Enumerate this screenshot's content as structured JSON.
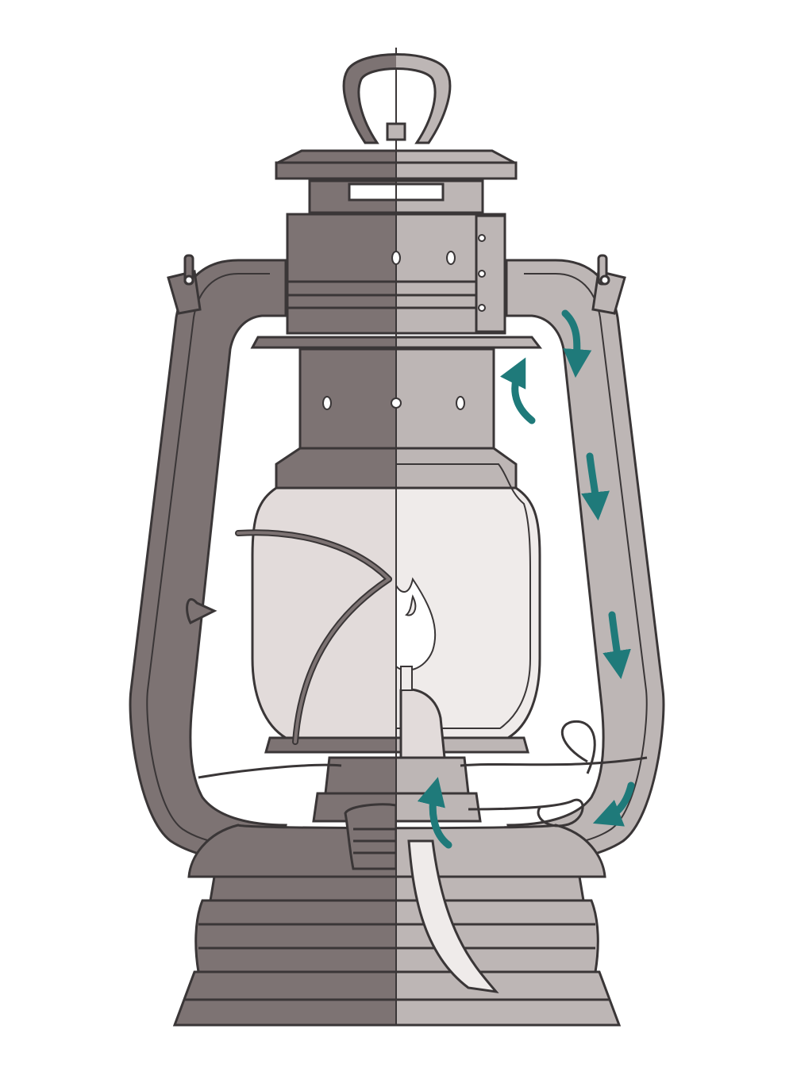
{
  "diagram": {
    "subject": "hurricane-lantern-cutaway",
    "text_labels": []
  },
  "colors": {
    "background": "#ffffff",
    "outline": "#3a3637",
    "body_dark": "#7d7373",
    "body_light": "#bdb6b5",
    "glass_dark": "#e2dbda",
    "glass_light": "#efebea",
    "hole": "#ffffff",
    "arrow": "#1f7a7a"
  },
  "airflow_arrows": [
    {
      "id": "updraft-chimney",
      "direction": "up"
    },
    {
      "id": "downdraft-tube-1",
      "direction": "down"
    },
    {
      "id": "downdraft-tube-2",
      "direction": "down"
    },
    {
      "id": "downdraft-tube-3",
      "direction": "down"
    },
    {
      "id": "downdraft-tube-4",
      "direction": "down"
    },
    {
      "id": "feed-to-burner",
      "direction": "down-left"
    },
    {
      "id": "updraft-burner",
      "direction": "up"
    }
  ]
}
